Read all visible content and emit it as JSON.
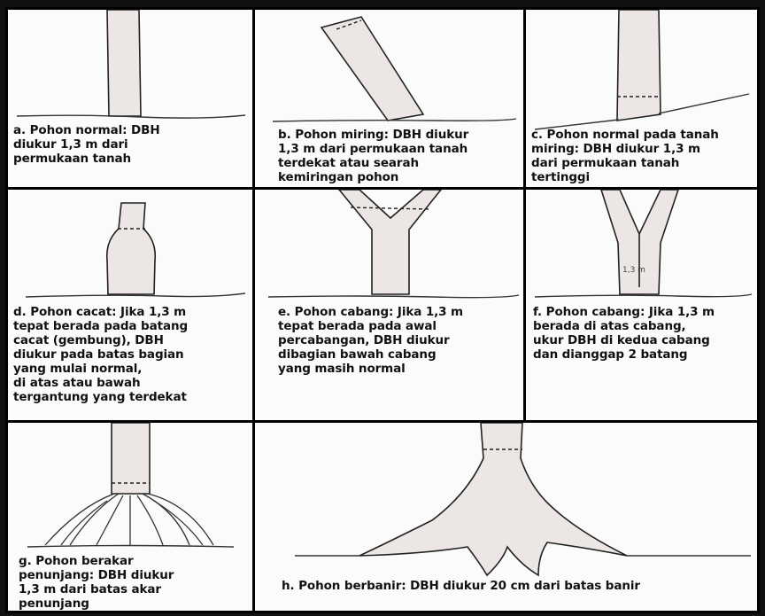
{
  "panels": {
    "a": {
      "caption": "a. Pohon normal: DBH\n    diukur 1,3 m dari\n    permukaan tanah"
    },
    "b": {
      "caption": "b. Pohon miring: DBH diukur\n    1,3 m dari permukaan tanah\n    terdekat atau searah\n    kemiringan pohon"
    },
    "c": {
      "caption": "c. Pohon normal pada tanah\n    miring: DBH diukur 1,3 m\n    dari permukaan tanah\n    tertinggi"
    },
    "d": {
      "caption": "d. Pohon cacat: Jika 1,3 m\n    tepat berada pada batang\n    cacat (gembung), DBH\n    diukur pada batas bagian\n    yang mulai normal,\n    di atas atau bawah\n    tergantung yang terdekat"
    },
    "e": {
      "caption": "e. Pohon cabang: Jika 1,3 m\n    tepat berada pada awal\n    percabangan, DBH diukur\n    dibagian bawah cabang\n    yang masih normal"
    },
    "f": {
      "caption": "f. Pohon cabang: Jika 1,3 m\n    berada di atas cabang,\n    ukur DBH di kedua cabang\n    dan dianggap 2 batang",
      "drawing_label": "1,3 m"
    },
    "g": {
      "caption": "g. Pohon berakar\n    penunjang: DBH diukur\n    1,3 m dari batas akar\n    penunjang"
    },
    "h": {
      "caption": "h. Pohon berbanir: DBH diukur 20 cm dari batas banir"
    }
  }
}
